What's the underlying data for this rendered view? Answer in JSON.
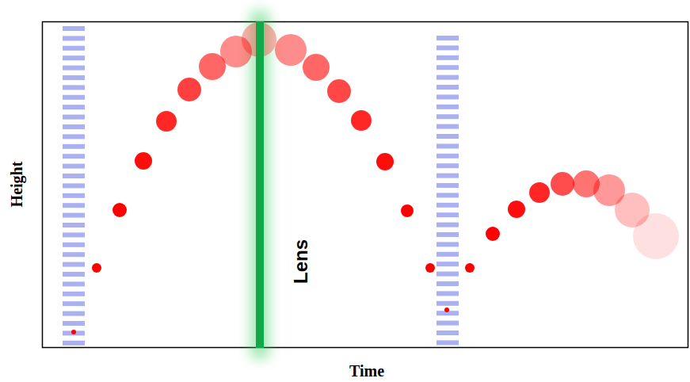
{
  "diagram": {
    "labels": [
      "Height",
      "Lens",
      "Time"
    ]
  }
}
